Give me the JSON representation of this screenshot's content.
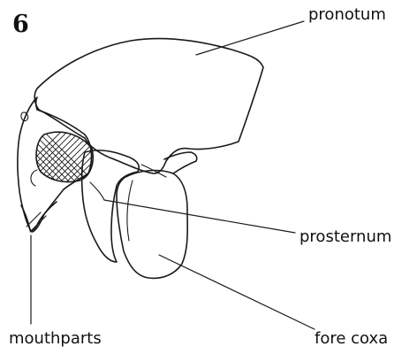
{
  "figure": {
    "number": "6",
    "labels": {
      "pronotum": "pronotum",
      "prosternum": "prosternum",
      "fore_coxa": "fore coxa",
      "mouthparts": "mouthparts"
    }
  }
}
